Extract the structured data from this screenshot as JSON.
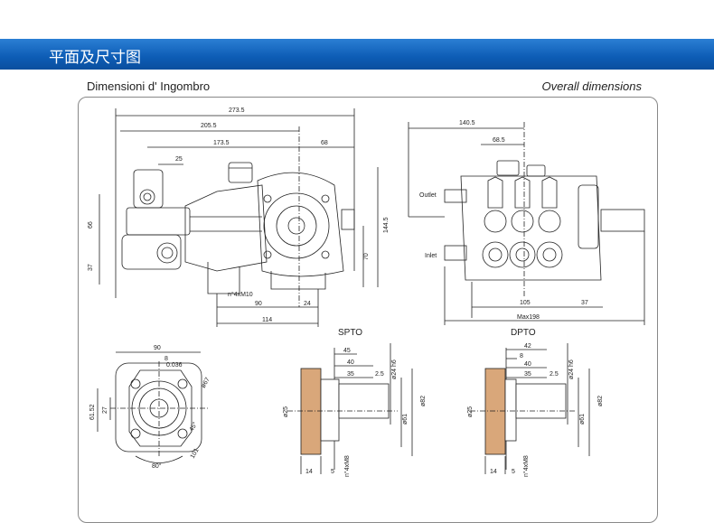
{
  "header": {
    "title": "平面及尺寸图"
  },
  "subtitles": {
    "left": "Dimensioni d' Ingombro",
    "right": "Overall dimensions"
  },
  "side_view": {
    "dims": {
      "d1": "273.5",
      "d2": "205.5",
      "d3": "173.5",
      "d4": "68",
      "d5": "25",
      "d6": "66",
      "d7": "37",
      "d8": "144.5",
      "d9": "70",
      "d10": "90",
      "d11": "24",
      "d12": "114",
      "thread": "n°4xM10"
    }
  },
  "front_view": {
    "dims": {
      "d1": "140.5",
      "d2": "68.5",
      "d3": "105",
      "d4": "37",
      "d5": "Max198"
    },
    "labels": {
      "outlet": "Outlet",
      "inlet": "Inlet"
    }
  },
  "flange_view": {
    "dims": {
      "d1": "90",
      "d2": "8",
      "d3": "0.036",
      "d4": "61.52",
      "d5": "27",
      "d6": "ø67",
      "d7": "45°",
      "d8": "101",
      "d9": "80°"
    }
  },
  "spto": {
    "title": "SPTO",
    "dims": {
      "d1": "45",
      "d2": "40",
      "d3": "35",
      "d4": "2.5",
      "d5": "ø24 h6",
      "d6": "ø61",
      "d7": "ø82",
      "d8": "ø25",
      "d9": "14",
      "d10": "5",
      "d11": "n°4xM8"
    }
  },
  "dpto": {
    "title": "DPTO",
    "dims": {
      "d1": "42",
      "d2": "8",
      "d3": "40",
      "d4": "35",
      "d5": "2.5",
      "d6": "ø24 h6",
      "d7": "ø61",
      "d8": "ø82",
      "d9": "ø25",
      "d10": "14",
      "d11": "5",
      "d12": "n°4xM8"
    }
  }
}
